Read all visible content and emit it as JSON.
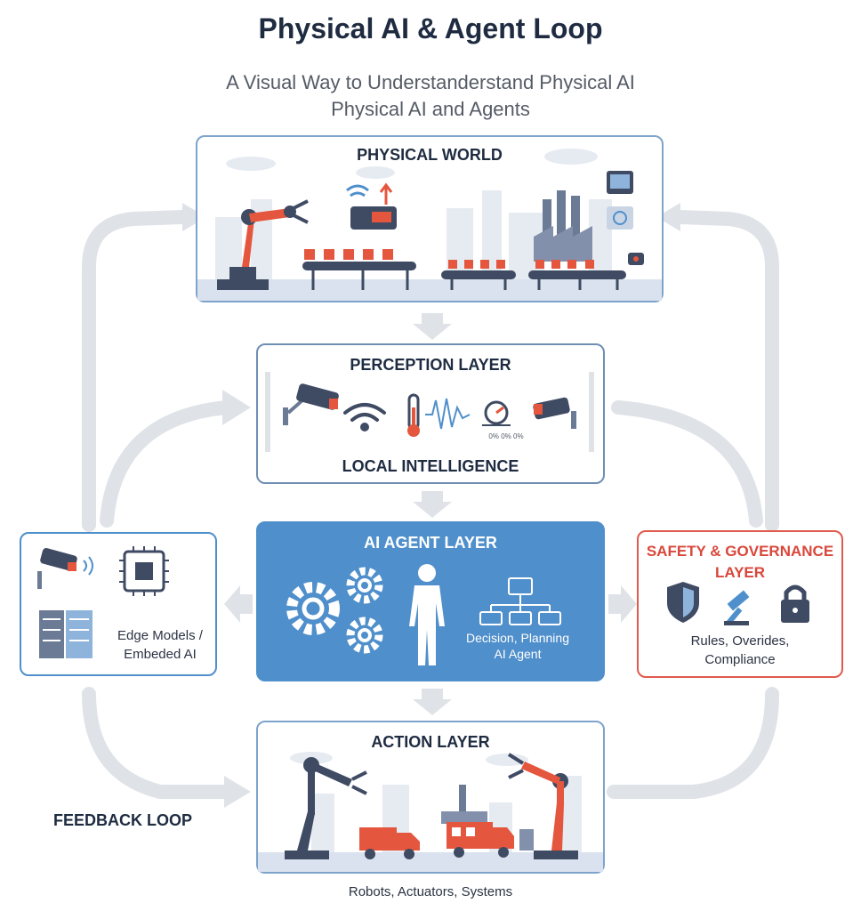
{
  "header": {
    "title": "Physical AI & Agent Loop",
    "subtitle_line1": "A Visual Way to Understanderstand Physical AI",
    "subtitle_line2": "Physical AI and Agents"
  },
  "physical_world": {
    "label": "PHYSICAL WORLD"
  },
  "perception": {
    "label": "PERCEPTION LAYER",
    "sublabel": "LOCAL INTELLIGENCE",
    "gauge_caption": "0% 0% 0%"
  },
  "agent": {
    "label": "AI AGENT LAYER",
    "caption_line1": "Decision, Planning",
    "caption_line2": "AI Agent"
  },
  "edge": {
    "caption_line1": "Edge Models /",
    "caption_line2": "Embeded AI"
  },
  "safety": {
    "label_line1": "SAFETY & GOVERNANCE",
    "label_line2": "LAYER",
    "caption_line1": "Rules, Overides,",
    "caption_line2": "Compliance"
  },
  "action": {
    "label": "ACTION LAYER",
    "caption": "Robots, Actuators, Systems"
  },
  "feedback": {
    "label": "FEEDBACK LOOP"
  },
  "colors": {
    "border": "#7ea4cc",
    "agent_fill": "#4f8fcb",
    "safety_border": "#e05a4e",
    "safety_text": "#d9473b",
    "robot_orange": "#e4563d",
    "dark_navy": "#3f4a63",
    "arrow_gray": "#d6dbe1"
  }
}
